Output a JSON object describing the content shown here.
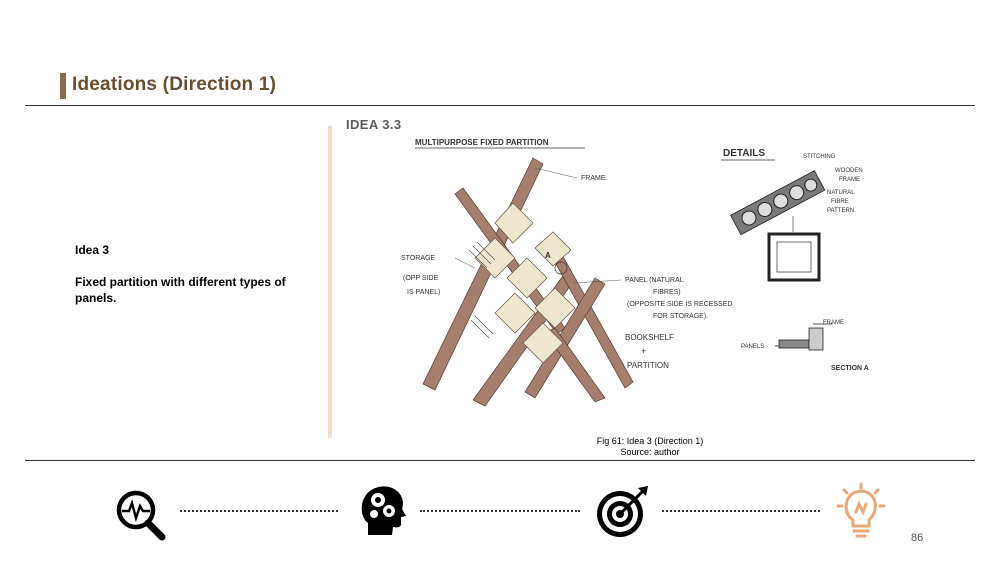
{
  "header": {
    "title": "Ideations (Direction 1)"
  },
  "description": {
    "label": "Idea 3",
    "text": "Fixed partition with different types of panels."
  },
  "figure": {
    "idea_label": "IDEA 3.3",
    "sketch_title": "MULTIPURPOSE FIXED PARTITION",
    "annotations": {
      "frame": "FRAME.",
      "storage": "STORAGE",
      "storage_note_1": "(OPP SIDE",
      "storage_note_2": "IS PANEL)",
      "section_marker": "A",
      "panel_1": "PANEL (NATURAL",
      "panel_2": "FIBRES)",
      "opposite_1": "(OPPOSITE SIDE IS RECESSED",
      "opposite_2": "FOR STORAGE).",
      "bookshelf": "BOOKSHELF",
      "plus": "+",
      "partition": "PARTITION",
      "details": "DETAILS",
      "stitching": "STITCHING",
      "wooden_1": "WOODEN",
      "wooden_2": "FRAME",
      "natural_1": "NATURAL",
      "natural_2": "FIBRE",
      "natural_3": "PATTERN.",
      "frame_small": "FRAME",
      "panels": "PANELS",
      "section_a": "SECTION A"
    },
    "caption_line1": "Fig 61: Idea 3 (Direction 1)",
    "caption_line2": "Source: author"
  },
  "footer": {
    "page_number": "86",
    "icons": [
      "research-magnifier-icon",
      "thinking-head-gears-icon",
      "target-arrow-icon",
      "lightbulb-icon"
    ],
    "active_icon_color": "#e8a878",
    "icon_color": "#000000"
  }
}
